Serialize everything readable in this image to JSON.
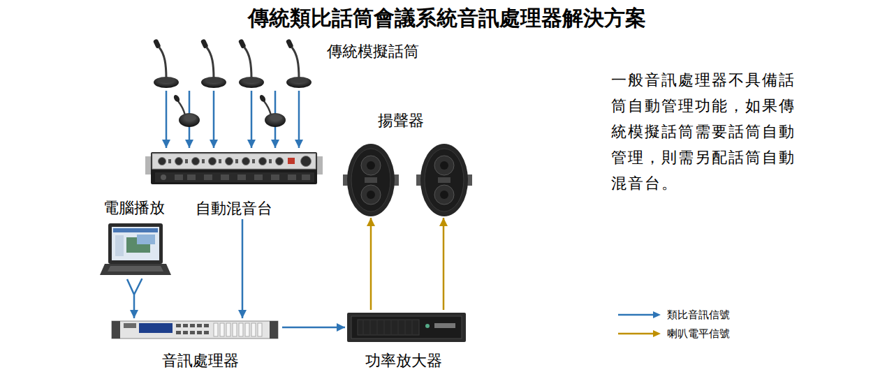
{
  "diagram": {
    "title": "傳統類比話筒會議系統音訊處理器解決方案",
    "nodes": [
      {
        "text": [
          "傳統模擬話筒"
        ]
      },
      {
        "text": [
          "揚聲器"
        ]
      },
      {
        "text": [
          "自動混音台"
        ]
      },
      {
        "text": [
          "電腦播放"
        ]
      },
      {
        "text": [
          "音訊處理器"
        ]
      },
      {
        "text": [
          "功率放大器"
        ]
      }
    ],
    "edges": [
      {
        "from": 0,
        "to": 2,
        "arrow": "to"
      },
      {
        "from": 0,
        "to": 2,
        "arrow": "to"
      },
      {
        "from": 0,
        "to": 2,
        "arrow": "to"
      },
      {
        "from": 0,
        "to": 2,
        "arrow": "to"
      },
      {
        "from": 0,
        "to": 2,
        "arrow": "to"
      },
      {
        "from": 0,
        "to": 2,
        "arrow": "to"
      },
      {
        "from": 3,
        "to": 4,
        "arrow": "to"
      },
      {
        "from": 2,
        "to": 4,
        "arrow": "to"
      },
      {
        "from": 4,
        "to": 5,
        "arrow": "to"
      },
      {
        "from": 5,
        "to": 1,
        "arrow": "to"
      },
      {
        "from": 5,
        "to": 1,
        "arrow": "to"
      }
    ],
    "labels": [
      "一般音訊處理器不具備話筒自動管理功能，如果傳統模擬話筒需要話筒自動管理，則需另配話筒自動混音台。"
    ],
    "legend": [
      {
        "text": "類比音訊信號"
      },
      {
        "text": "喇叭電平信號"
      }
    ]
  }
}
